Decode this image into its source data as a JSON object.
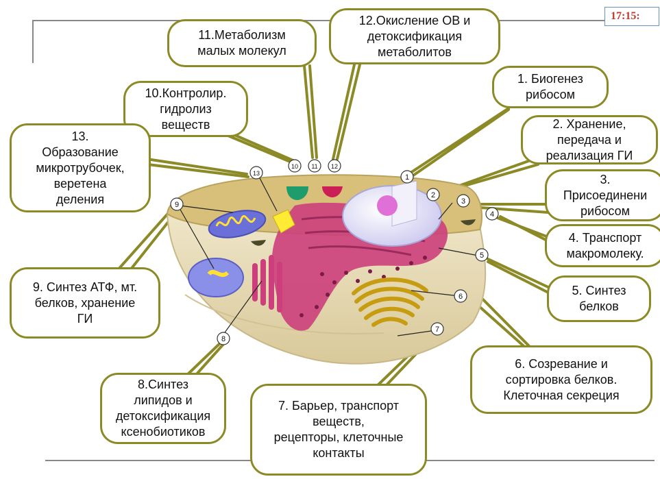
{
  "clock": "17:15:",
  "callouts": {
    "c1": "1. Биогенез\nрибосом",
    "c2": "2. Хранение,\nпередача и\nреализация ГИ",
    "c3": "3.\nПрисоединени\nрибосом",
    "c4": "4. Транспорт\nмакромолеку.",
    "c5": "5. Синтез\nбелков",
    "c6": "6. Созревание и\nсортировка белков.\nКлеточная секреция",
    "c7": "7. Барьер, транспорт\nвеществ,\nрецепторы, клеточные\nконтакты",
    "c8": "8.Синтез\nлипидов и\nдетоксификация\nксенобиотиков",
    "c9": "9. Синтез АТФ, мт.\nбелков, хранение\nГИ",
    "c10": "10.Контролир.\nгидролиз\nвеществ",
    "c11": "11.Метаболизм\nмалых молекул",
    "c12": "12.Окисление ОВ и\nдетоксификация\nметаболитов",
    "c13": "13.\nОбразование\nмикротрубочек,\nверетена\nделения"
  },
  "markers": [
    "1",
    "2",
    "3",
    "4",
    "5",
    "6",
    "7",
    "8",
    "9",
    "10",
    "11",
    "12",
    "13"
  ],
  "colors": {
    "callout_border": "#8b8a26",
    "cytoplasm": "#d8c07a",
    "membrane_base": "#ece3c4",
    "er": "#cc3f7c",
    "nucleus": "#e6e3f4",
    "nucleolus": "#e070d8",
    "golgi": "#d8b020",
    "mitochondria": "#6b6fd8",
    "vacuole": "#ffeb33",
    "lysosome": "#1f9c6c",
    "peroxisome": "#cc1f55"
  }
}
